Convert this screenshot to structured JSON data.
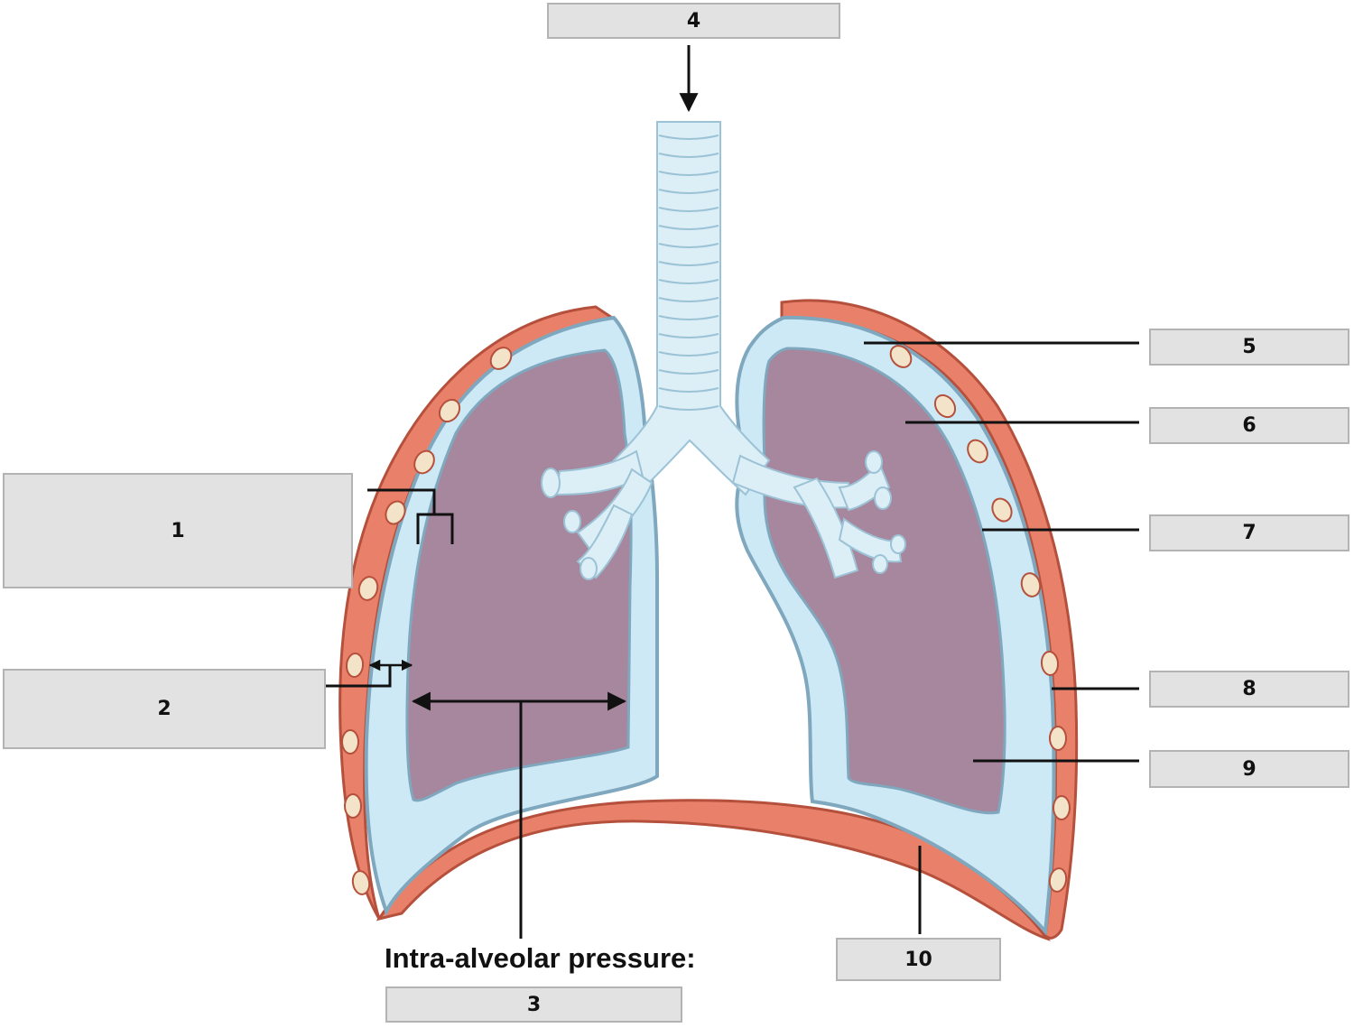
{
  "labels": {
    "box_1": "1",
    "box_2": "2",
    "box_3": "3",
    "box_4": "4",
    "box_5": "5",
    "box_6": "6",
    "box_7": "7",
    "box_8": "8",
    "box_9": "9",
    "box_10": "10"
  },
  "caption": "Intra-alveolar pressure:",
  "colors": {
    "chest_wall": "#e8806a",
    "chest_wall_stroke": "#b5503c",
    "pleural_cavity": "#cde9f6",
    "pleura_stroke": "#7fa8bf",
    "lung_tissue": "#a6879d",
    "airway": "#dceef6",
    "rib": "#f3e3c9",
    "label_box": "#e2e2e2",
    "line": "#111111"
  }
}
